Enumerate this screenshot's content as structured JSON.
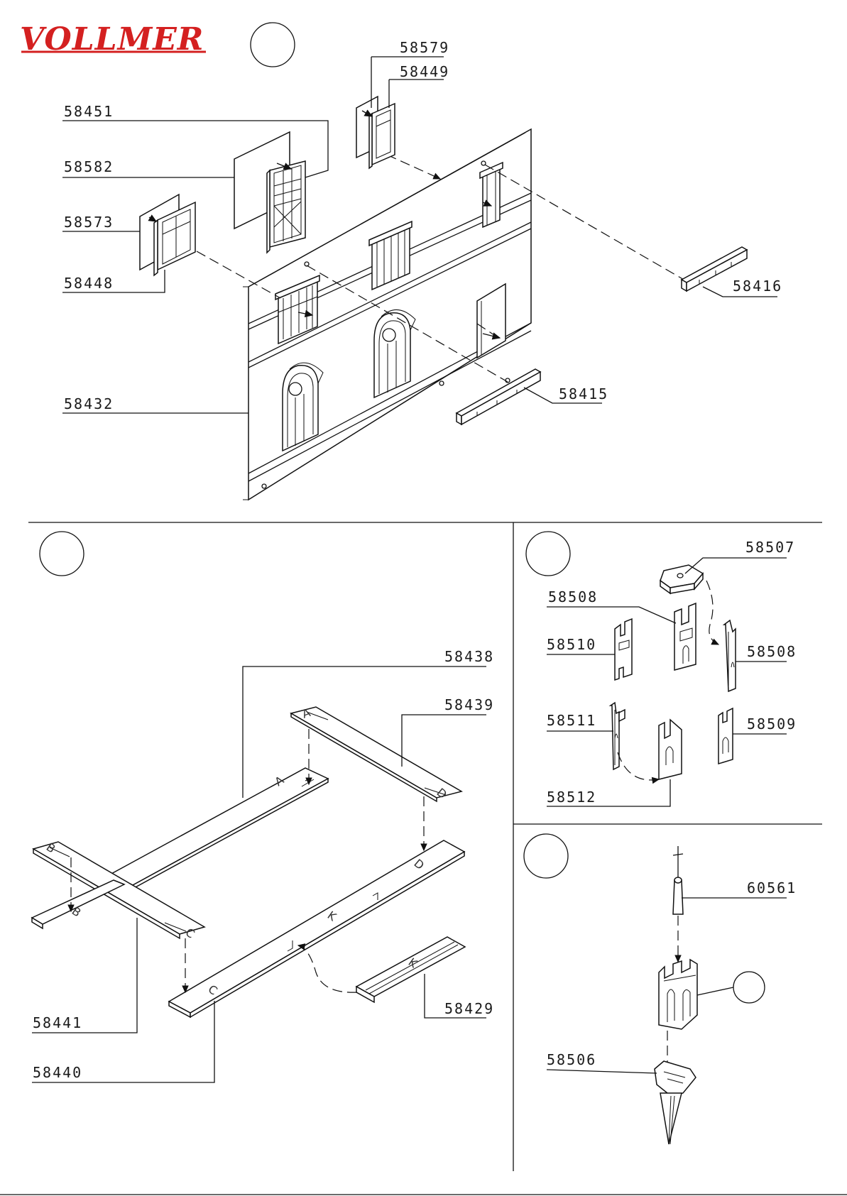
{
  "brand": {
    "logo": "VOLLMER"
  },
  "step_circles": [
    "",
    "",
    "",
    "",
    ""
  ],
  "panels": {
    "facade": {
      "labels": [
        "58579",
        "58449",
        "58451",
        "58582",
        "58573",
        "58448",
        "58432",
        "58416",
        "58415"
      ]
    },
    "base": {
      "labels": [
        "58438",
        "58439",
        "58441",
        "58440",
        "58429"
      ],
      "letters": [
        "A",
        "A",
        "D",
        "D",
        "B",
        "B",
        "C",
        "C",
        "K",
        "K"
      ]
    },
    "turret": {
      "labels": [
        "58507",
        "58508",
        "58510",
        "58508",
        "58511",
        "58509",
        "58512"
      ]
    },
    "spire": {
      "labels": [
        "60561",
        "58506"
      ]
    }
  },
  "icons": {
    "logo": "vollmer-logo",
    "arrow": "arrow-head",
    "circle": "step-circle"
  },
  "colors": {
    "logo_red": "#d42020",
    "ink": "#111111",
    "paper": "#ffffff"
  }
}
